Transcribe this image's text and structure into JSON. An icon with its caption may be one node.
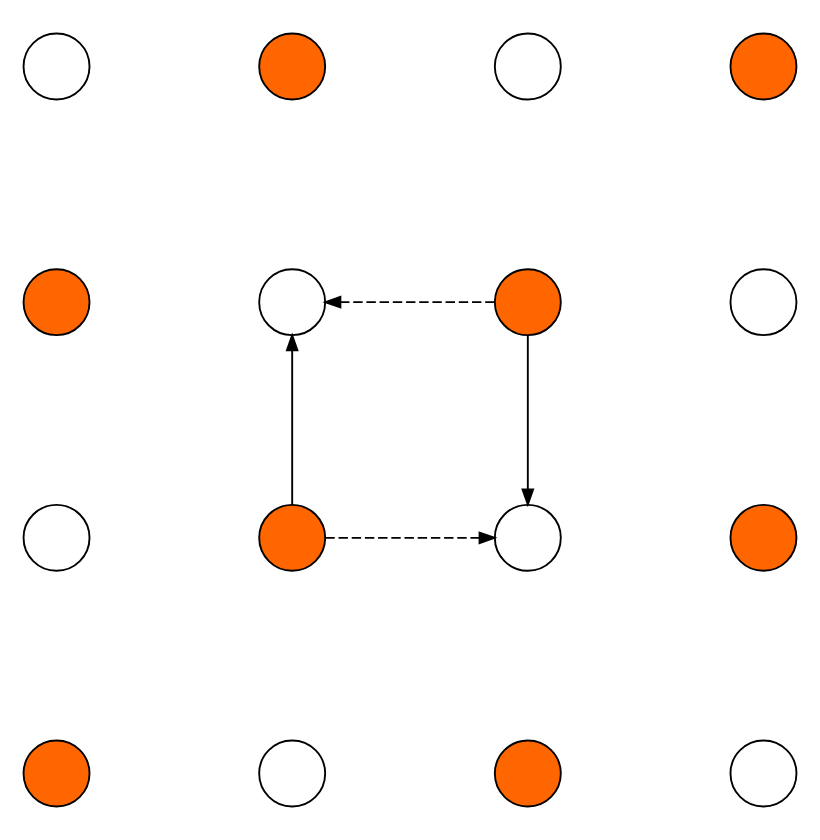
{
  "diagram": {
    "nodes": [
      {
        "text": [],
        "shape": "circle"
      },
      {
        "text": [],
        "shape": "circle"
      },
      {
        "text": [],
        "shape": "circle"
      },
      {
        "text": [],
        "shape": "circle"
      },
      {
        "text": [],
        "shape": "circle"
      },
      {
        "text": [],
        "shape": "circle"
      },
      {
        "text": [],
        "shape": "circle"
      },
      {
        "text": [],
        "shape": "circle"
      },
      {
        "text": [],
        "shape": "circle"
      },
      {
        "text": [],
        "shape": "circle"
      },
      {
        "text": [],
        "shape": "circle"
      },
      {
        "text": [],
        "shape": "circle"
      },
      {
        "text": [],
        "shape": "circle"
      },
      {
        "text": [],
        "shape": "circle"
      },
      {
        "text": [],
        "shape": "circle"
      },
      {
        "text": [],
        "shape": "circle"
      }
    ],
    "edges": [
      {
        "from": 9,
        "to": 5,
        "arrow": "to"
      },
      {
        "from": 6,
        "to": 5,
        "arrow": "to",
        "style": "dashed"
      },
      {
        "from": 6,
        "to": 10,
        "arrow": "to"
      },
      {
        "from": 9,
        "to": 10,
        "arrow": "to",
        "style": "dashed"
      }
    ]
  }
}
